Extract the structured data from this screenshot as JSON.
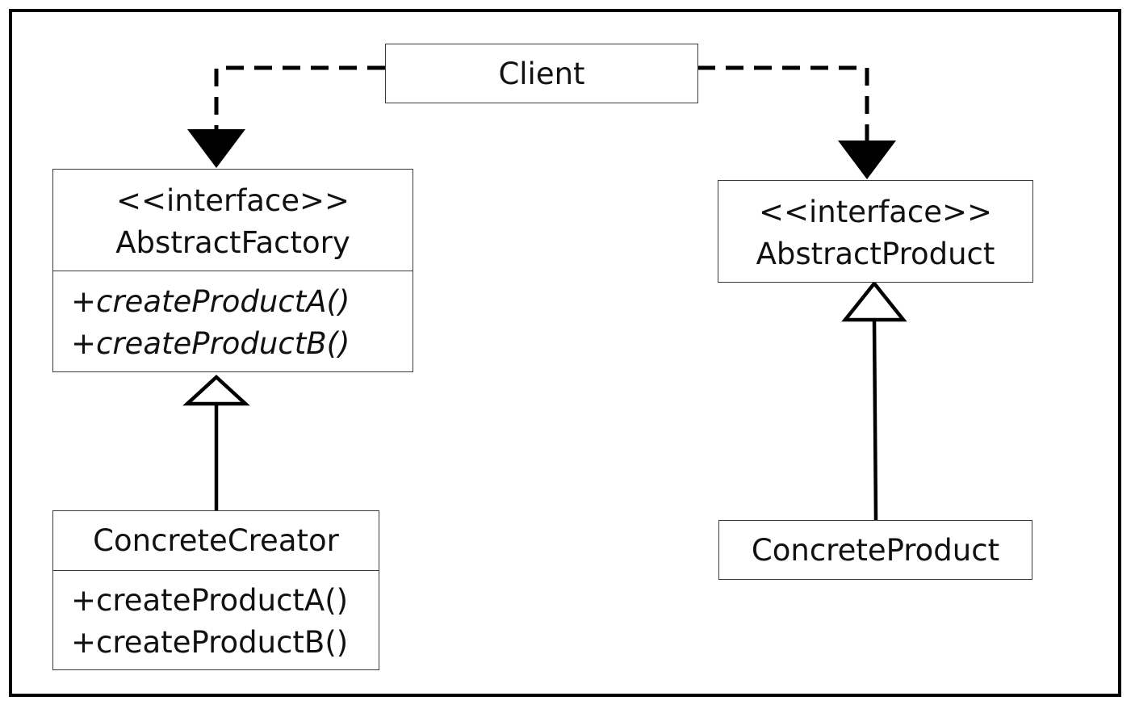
{
  "client": {
    "name": "Client"
  },
  "abstract_factory": {
    "stereotype": "<<interface>>",
    "name": "AbstractFactory",
    "operations": [
      "+createProductA()",
      "+createProductB()"
    ]
  },
  "concrete_creator": {
    "name": "ConcreteCreator",
    "operations": [
      "+createProductA()",
      "+createProductB()"
    ]
  },
  "abstract_product": {
    "stereotype": "<<interface>>",
    "name": "AbstractProduct"
  },
  "concrete_product": {
    "name": "ConcreteProduct"
  },
  "relations": [
    {
      "from": "Client",
      "to": "AbstractFactory",
      "type": "dependency"
    },
    {
      "from": "Client",
      "to": "AbstractProduct",
      "type": "dependency"
    },
    {
      "from": "ConcreteCreator",
      "to": "AbstractFactory",
      "type": "realization"
    },
    {
      "from": "ConcreteProduct",
      "to": "AbstractProduct",
      "type": "realization"
    }
  ]
}
